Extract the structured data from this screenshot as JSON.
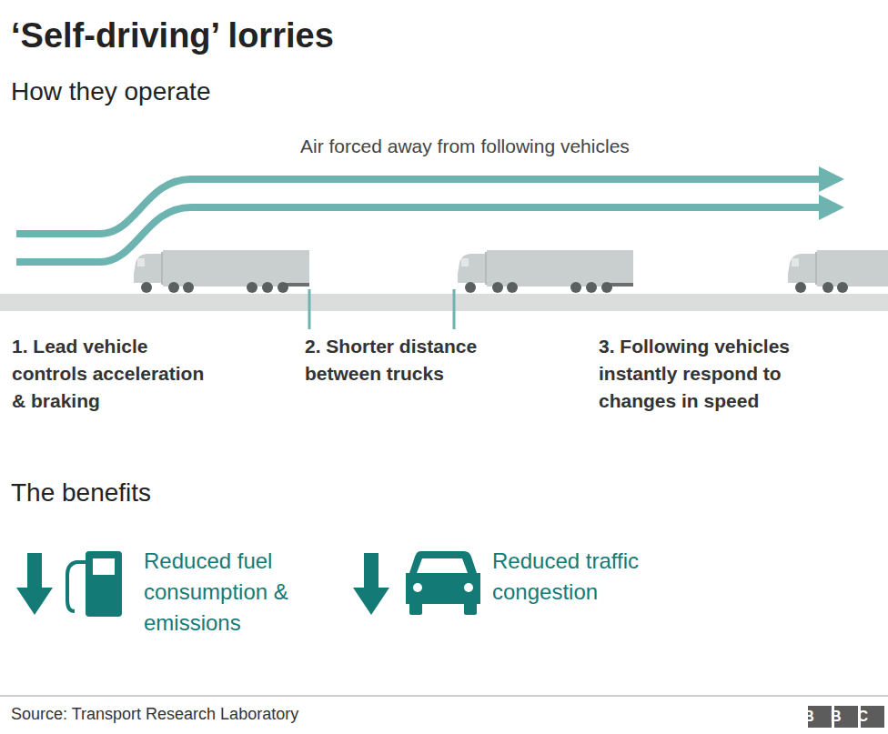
{
  "diagram": {
    "title": "‘Self-driving’ lorries",
    "caption": "Source: Transport Research Laboratory",
    "labels": [
      "How they operate",
      "Air forced away from following vehicles",
      "1. Lead vehicle controls acceleration & braking",
      "2. Shorter distance between trucks",
      "3. Following vehicles instantly respond to changes in speed",
      "The benefits",
      "Reduced fuel consumption & emissions",
      "Reduced traffic congestion",
      "BBC"
    ]
  }
}
